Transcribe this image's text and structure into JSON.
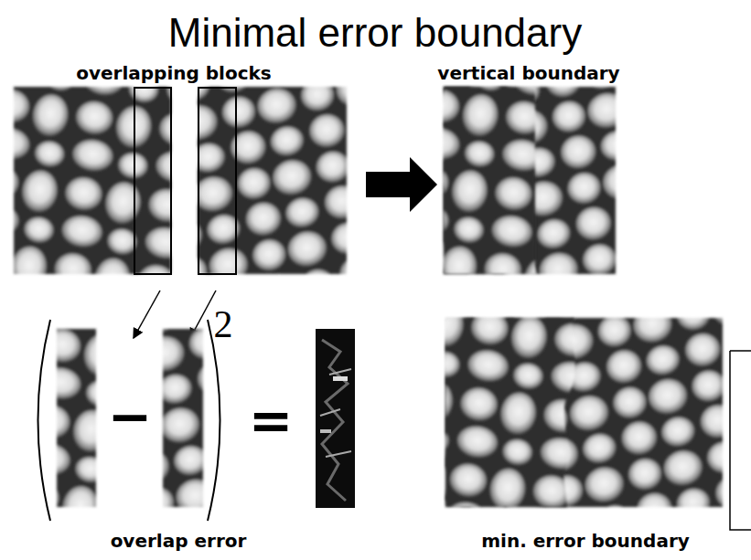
{
  "diagram": {
    "title": "Minimal error boundary",
    "labels": [
      "overlapping blocks",
      "vertical boundary",
      "2",
      "−",
      "=",
      "overlap error",
      "min. error boundary"
    ]
  }
}
